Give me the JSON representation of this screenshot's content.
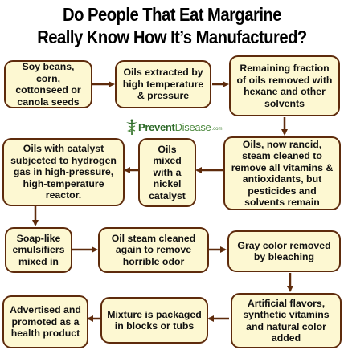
{
  "title": {
    "line1": "Do People That Eat Margarine",
    "line2": "Really Know How It’s Manufactured?"
  },
  "logo": {
    "name_bold": "Prevent",
    "name_light": "Disease",
    "domain": ".com",
    "icon": "caduceus-icon"
  },
  "steps": [
    "Soy beans, corn, cottonseed or canola seeds",
    "Oils extracted by high temperature & pressure",
    "Remaining fraction of oils removed with hexane and other solvents",
    "Oils, now rancid, steam cleaned to remove all vitamins & antioxidants, but pesticides and solvents remain",
    "Oils mixed with a nickel catalyst",
    "Oils with catalyst subjected to hydrogen gas in high-pressure, high-temperature reactor.",
    "Soap-like emulsifiers mixed in",
    "Oil steam cleaned again to remove horrible odor",
    "Gray color removed by bleaching",
    "Artificial flavors, synthetic vitamins and natural color added",
    "Mixture is packaged in blocks or tubs",
    "Advertised and promoted as a health product"
  ],
  "colors": {
    "box_fill": "#fdf8d2",
    "box_border": "#5e2b0c",
    "arrow": "#5e2b0c",
    "logo_green": "#2e6b2a"
  }
}
